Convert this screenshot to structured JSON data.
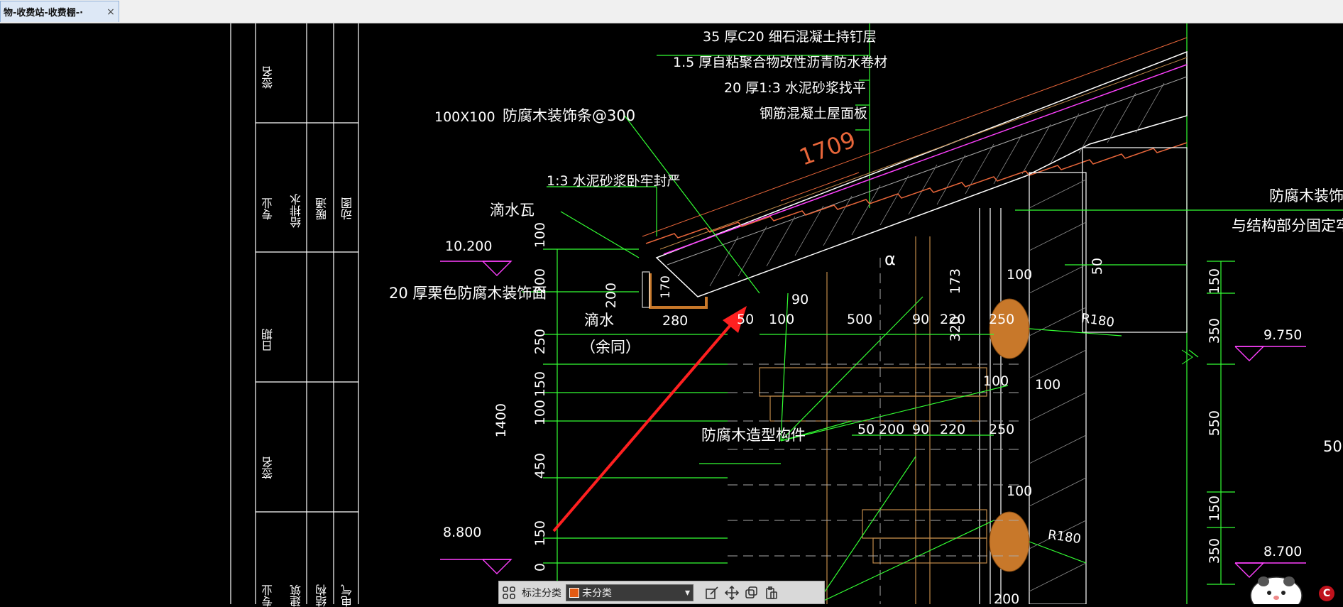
{
  "tab": {
    "title": "物-收费站-收费棚-·",
    "close": "×"
  },
  "titleblock": {
    "cells": [
      "签名",
      "专业",
      "给排水",
      "暖通",
      "动图",
      "日期",
      "签名",
      "专业",
      "建筑",
      "结构",
      "电气"
    ]
  },
  "layers": [
    "35 厚C20 细石混凝土持钉层",
    "1.5 厚自粘聚合物改性沥青防水卷材",
    "20 厚1:3 水泥砂浆找平",
    "钢筋混凝土屋面板"
  ],
  "annotations": {
    "wood_size": "100X100",
    "wood_strip": "防腐木装饰条@300",
    "mortar_seal": "1:3 水泥砂浆卧牢封严",
    "drip_tile": "滴水瓦",
    "wood_face": "20 厚栗色防腐木装饰面",
    "drip": "滴水",
    "drip_note": "（余同）",
    "wood_member": "防腐木造型构件",
    "right_note_1": "防腐木装饰构",
    "right_note_2": "与结构部分固定牢",
    "slope_len": "1709",
    "alpha": "α",
    "r1": "R180",
    "r2": "R180"
  },
  "elevations": [
    "10.200",
    "8.800",
    "9.750",
    "8.700"
  ],
  "dims_left_vertical": [
    "100",
    "200",
    "250",
    "150",
    "100",
    "1400",
    "450",
    "150",
    "0"
  ],
  "dims_mid": [
    "200",
    "170",
    "280",
    "50",
    "100",
    "90",
    "500",
    "90",
    "220",
    "250",
    "173",
    "320",
    "100",
    "100",
    "50",
    "200",
    "90",
    "220",
    "250",
    "100",
    "100",
    "50",
    "200"
  ],
  "dims_right_vertical": [
    "150",
    "350",
    "550",
    "150",
    "350"
  ],
  "dims_far_right": "50",
  "toolbar": {
    "category_label": "标注分类",
    "category_value": "未分类",
    "arrow": "▾"
  },
  "colors": {
    "green": "#33ff33",
    "white": "#ffffff",
    "orange": "#e8663a",
    "brown": "#c08a4a",
    "magenta": "#ff40ff",
    "arrow_red": "#ff2020",
    "wood": "#c8782a"
  }
}
